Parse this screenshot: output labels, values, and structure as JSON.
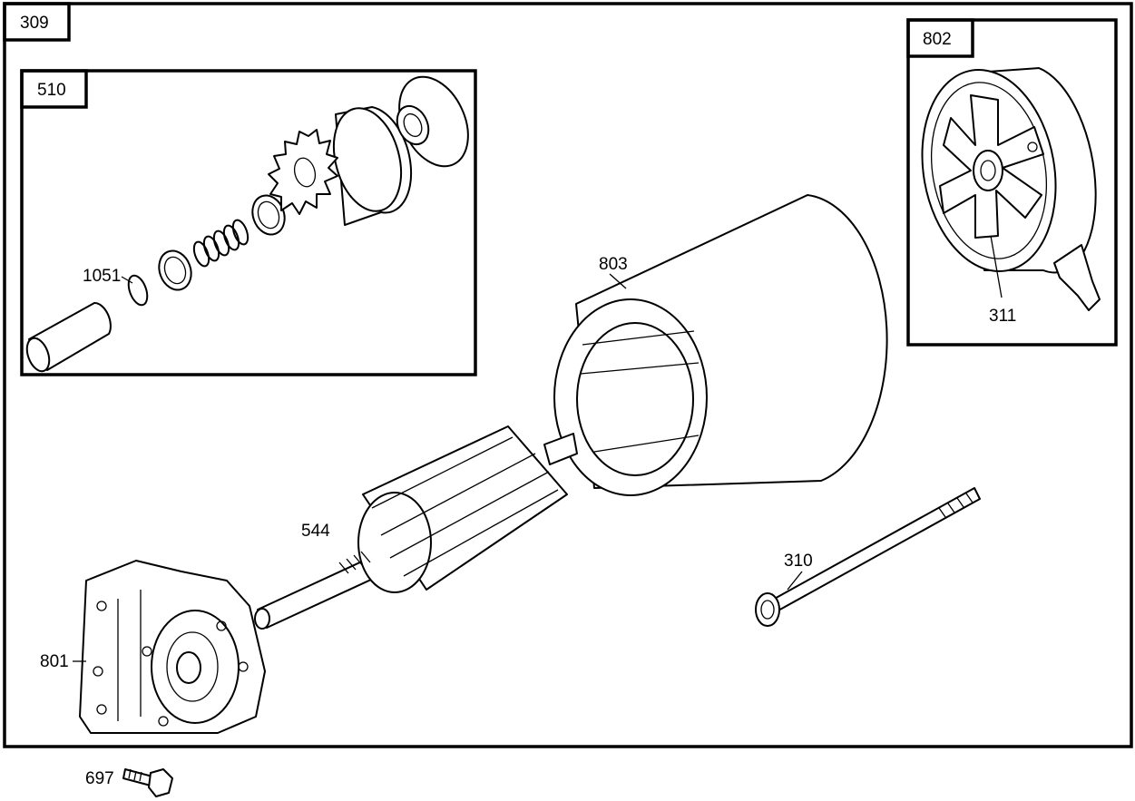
{
  "diagram": {
    "main_box_label": "309",
    "callouts": {
      "drive_assembly": "510",
      "end_cap_assembly": "802",
      "housing": "803",
      "armature": "544",
      "through_bolt": "310",
      "mounting_bracket": "801",
      "screw": "697",
      "retaining_ring": "1051",
      "brush": "311"
    }
  }
}
